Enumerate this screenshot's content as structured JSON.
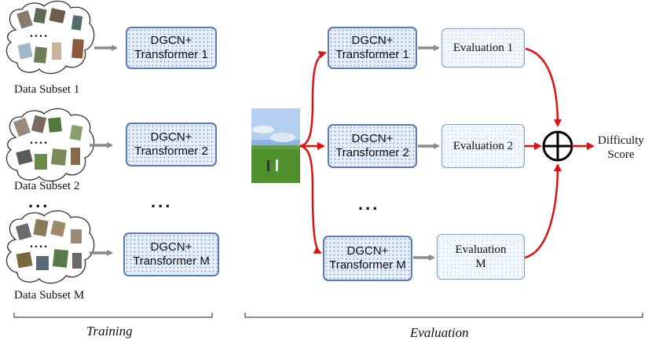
{
  "training": {
    "models": [
      {
        "line1": "DGCN+",
        "line2": "Transformer 1"
      },
      {
        "line1": "DGCN+",
        "line2": "Transformer 2"
      },
      {
        "line1": "DGCN+",
        "line2": "Transformer M"
      }
    ],
    "subsets": [
      "Data Subset 1",
      "Data Subset 2",
      "Data Subset M"
    ],
    "ellipsis": "...",
    "cloud_ellipsis": "....",
    "section_label": "Training"
  },
  "evaluation": {
    "models": [
      {
        "line1": "DGCN+",
        "line2": "Transformer 1"
      },
      {
        "line1": "DGCN+",
        "line2": "Transformer 2"
      },
      {
        "line1": "DGCN+",
        "line2": "Transformer M"
      }
    ],
    "evals": [
      "Evaluation 1",
      "Evaluation 2",
      "Evaluation\nM"
    ],
    "ellipsis": "...",
    "output_label": "Difficulty\nScore",
    "section_label": "Evaluation"
  },
  "colors": {
    "box_border": "#5a7ab8",
    "red_arrow": "#e01010",
    "gray_arrow": "#8c8c8c"
  }
}
